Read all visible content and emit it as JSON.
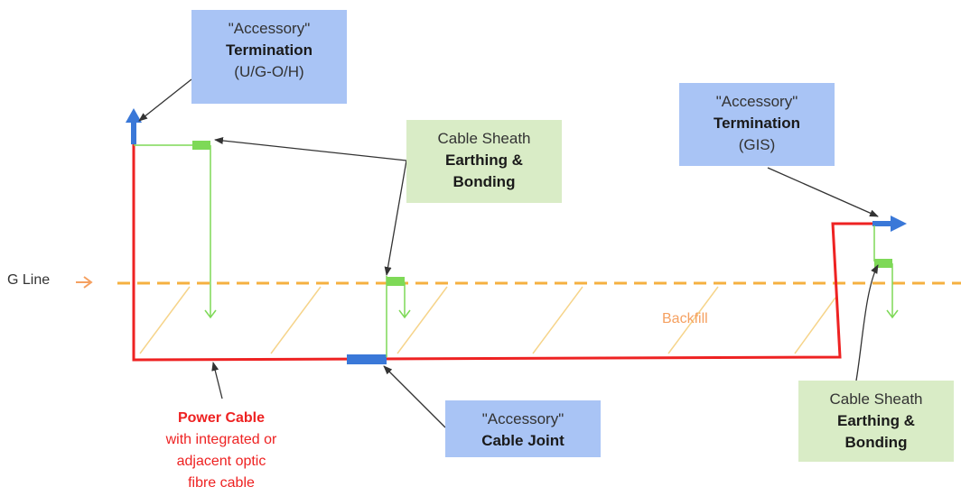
{
  "boxes": {
    "termination_uh": {
      "quote": "\"Accessory\"",
      "title": "Termination",
      "sub": "(U/G-O/H)"
    },
    "termination_gis": {
      "quote": "\"Accessory\"",
      "title": "Termination",
      "sub": "(GIS)"
    },
    "sheath_left": {
      "line1": "Cable Sheath",
      "line2": "Earthing &",
      "line3": "Bonding"
    },
    "sheath_right": {
      "line1": "Cable Sheath",
      "line2": "Earthing &",
      "line3": "Bonding"
    },
    "joint": {
      "quote": "\"Accessory\"",
      "title": "Cable Joint"
    }
  },
  "labels": {
    "g_line": "G Line",
    "backfill": "Backfill",
    "power_cable": "Power Cable",
    "power_cable_desc1": "with integrated or",
    "power_cable_desc2": "adjacent optic",
    "power_cable_desc3": "fibre cable"
  },
  "colors": {
    "cable": "#ee2222",
    "accessory_blue": "#3a78d8",
    "earthing_green": "#7ed957",
    "g_line": "#f5b040",
    "box_blue": "#a9c4f5",
    "box_green": "#d9ecc6"
  }
}
